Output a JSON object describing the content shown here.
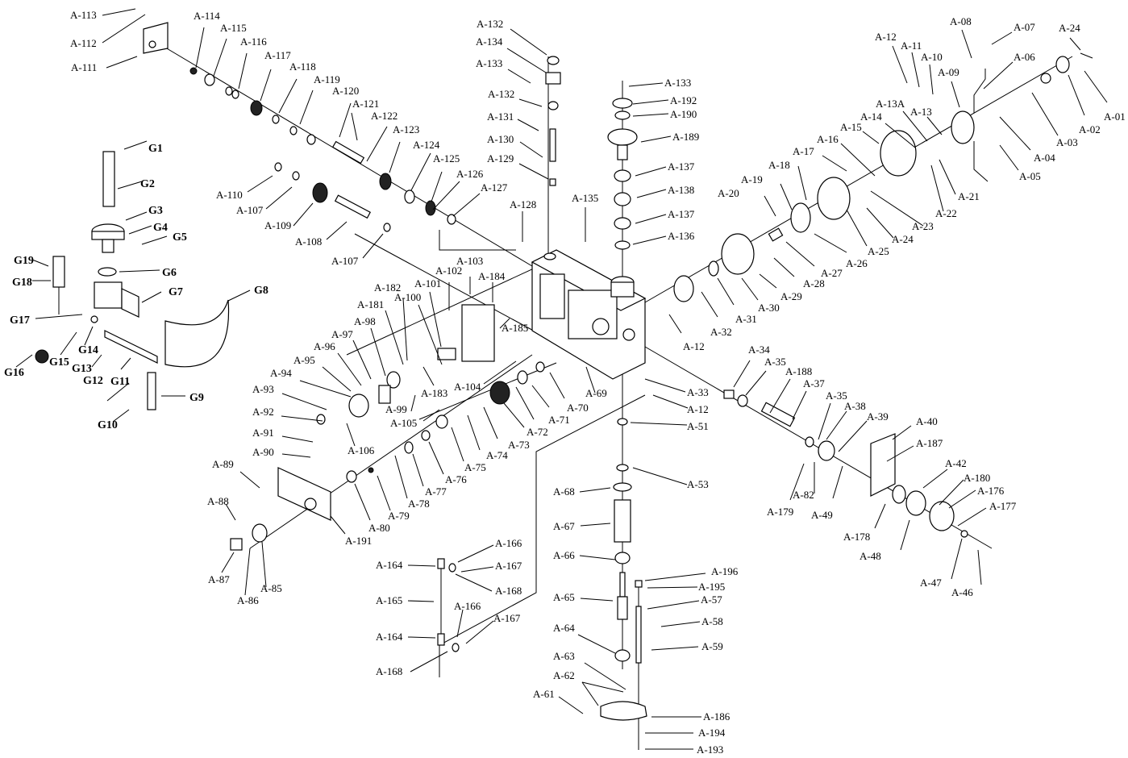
{
  "diagram": {
    "type": "exploded-parts-view",
    "labels": [
      {
        "id": "A-113",
        "text": "A-113"
      },
      {
        "id": "A-112",
        "text": "A-112"
      },
      {
        "id": "A-111",
        "text": "A-111"
      },
      {
        "id": "A-114",
        "text": "A-114"
      },
      {
        "id": "A-115",
        "text": "A-115"
      },
      {
        "id": "A-116",
        "text": "A-116"
      },
      {
        "id": "A-117",
        "text": "A-117"
      },
      {
        "id": "A-118",
        "text": "A-118"
      },
      {
        "id": "A-119",
        "text": "A-119"
      },
      {
        "id": "A-120",
        "text": "A-120"
      },
      {
        "id": "A-121",
        "text": "A-121"
      },
      {
        "id": "A-122",
        "text": "A-122"
      },
      {
        "id": "A-123",
        "text": "A-123"
      },
      {
        "id": "A-124",
        "text": "A-124"
      },
      {
        "id": "A-125",
        "text": "A-125"
      },
      {
        "id": "A-126",
        "text": "A-126"
      },
      {
        "id": "A-127",
        "text": "A-127"
      },
      {
        "id": "A-110",
        "text": "A-110"
      },
      {
        "id": "A-107a",
        "text": "A-107"
      },
      {
        "id": "A-109",
        "text": "A-109"
      },
      {
        "id": "A-108",
        "text": "A-108"
      },
      {
        "id": "A-107b",
        "text": "A-107"
      },
      {
        "id": "A-132a",
        "text": "A-132"
      },
      {
        "id": "A-134",
        "text": "A-134"
      },
      {
        "id": "A-133a",
        "text": "A-133"
      },
      {
        "id": "A-132b",
        "text": "A-132"
      },
      {
        "id": "A-131",
        "text": "A-131"
      },
      {
        "id": "A-130",
        "text": "A-130"
      },
      {
        "id": "A-129",
        "text": "A-129"
      },
      {
        "id": "A-128",
        "text": "A-128"
      },
      {
        "id": "A-135",
        "text": "A-135"
      },
      {
        "id": "A-133b",
        "text": "A-133"
      },
      {
        "id": "A-192",
        "text": "A-192"
      },
      {
        "id": "A-190",
        "text": "A-190"
      },
      {
        "id": "A-189",
        "text": "A-189"
      },
      {
        "id": "A-137a",
        "text": "A-137"
      },
      {
        "id": "A-138",
        "text": "A-138"
      },
      {
        "id": "A-137b",
        "text": "A-137"
      },
      {
        "id": "A-136",
        "text": "A-136"
      },
      {
        "id": "A-08",
        "text": "A-08"
      },
      {
        "id": "A-07",
        "text": "A-07"
      },
      {
        "id": "A-24a",
        "text": "A-24"
      },
      {
        "id": "A-12a",
        "text": "A-12"
      },
      {
        "id": "A-11",
        "text": "A-11"
      },
      {
        "id": "A-10",
        "text": "A-10"
      },
      {
        "id": "A-09",
        "text": "A-09"
      },
      {
        "id": "A-06",
        "text": "A-06"
      },
      {
        "id": "A-01",
        "text": "A-01"
      },
      {
        "id": "A-02",
        "text": "A-02"
      },
      {
        "id": "A-03",
        "text": "A-03"
      },
      {
        "id": "A-04",
        "text": "A-04"
      },
      {
        "id": "A-05",
        "text": "A-05"
      },
      {
        "id": "A-13A",
        "text": "A-13A"
      },
      {
        "id": "A-13",
        "text": "A-13"
      },
      {
        "id": "A-14",
        "text": "A-14"
      },
      {
        "id": "A-15",
        "text": "A-15"
      },
      {
        "id": "A-16",
        "text": "A-16"
      },
      {
        "id": "A-17",
        "text": "A-17"
      },
      {
        "id": "A-18",
        "text": "A-18"
      },
      {
        "id": "A-19",
        "text": "A-19"
      },
      {
        "id": "A-20",
        "text": "A-20"
      },
      {
        "id": "A-21",
        "text": "A-21"
      },
      {
        "id": "A-22",
        "text": "A-22"
      },
      {
        "id": "A-23",
        "text": "A-23"
      },
      {
        "id": "A-24b",
        "text": "A-24"
      },
      {
        "id": "A-25",
        "text": "A-25"
      },
      {
        "id": "A-26",
        "text": "A-26"
      },
      {
        "id": "A-27",
        "text": "A-27"
      },
      {
        "id": "A-28",
        "text": "A-28"
      },
      {
        "id": "A-29",
        "text": "A-29"
      },
      {
        "id": "A-30",
        "text": "A-30"
      },
      {
        "id": "A-31",
        "text": "A-31"
      },
      {
        "id": "A-32",
        "text": "A-32"
      },
      {
        "id": "A-12b",
        "text": "A-12"
      },
      {
        "id": "G1",
        "text": "G1"
      },
      {
        "id": "G2",
        "text": "G2"
      },
      {
        "id": "G3",
        "text": "G3"
      },
      {
        "id": "G4",
        "text": "G4"
      },
      {
        "id": "G5",
        "text": "G5"
      },
      {
        "id": "G6",
        "text": "G6"
      },
      {
        "id": "G7",
        "text": "G7"
      },
      {
        "id": "G8",
        "text": "G8"
      },
      {
        "id": "G9",
        "text": "G9"
      },
      {
        "id": "G10",
        "text": "G10"
      },
      {
        "id": "G11",
        "text": "G11"
      },
      {
        "id": "G12",
        "text": "G12"
      },
      {
        "id": "G13",
        "text": "G13"
      },
      {
        "id": "G14",
        "text": "G14"
      },
      {
        "id": "G15",
        "text": "G15"
      },
      {
        "id": "G16",
        "text": "G16"
      },
      {
        "id": "G17",
        "text": "G17"
      },
      {
        "id": "G18",
        "text": "G18"
      },
      {
        "id": "G19",
        "text": "G19"
      },
      {
        "id": "A-103",
        "text": "A-103"
      },
      {
        "id": "A-102",
        "text": "A-102"
      },
      {
        "id": "A-184",
        "text": "A-184"
      },
      {
        "id": "A-101",
        "text": "A-101"
      },
      {
        "id": "A-182",
        "text": "A-182"
      },
      {
        "id": "A-100",
        "text": "A-100"
      },
      {
        "id": "A-181",
        "text": "A-181"
      },
      {
        "id": "A-98",
        "text": "A-98"
      },
      {
        "id": "A-97",
        "text": "A-97"
      },
      {
        "id": "A-96",
        "text": "A-96"
      },
      {
        "id": "A-95",
        "text": "A-95"
      },
      {
        "id": "A-94",
        "text": "A-94"
      },
      {
        "id": "A-93",
        "text": "A-93"
      },
      {
        "id": "A-92",
        "text": "A-92"
      },
      {
        "id": "A-91",
        "text": "A-91"
      },
      {
        "id": "A-90",
        "text": "A-90"
      },
      {
        "id": "A-185",
        "text": "A-185"
      },
      {
        "id": "A-183",
        "text": "A-183"
      },
      {
        "id": "A-99",
        "text": "A-99"
      },
      {
        "id": "A-104",
        "text": "A-104"
      },
      {
        "id": "A-105",
        "text": "A-105"
      },
      {
        "id": "A-106",
        "text": "A-106"
      },
      {
        "id": "A-69",
        "text": "A-69"
      },
      {
        "id": "A-70",
        "text": "A-70"
      },
      {
        "id": "A-71",
        "text": "A-71"
      },
      {
        "id": "A-72",
        "text": "A-72"
      },
      {
        "id": "A-73",
        "text": "A-73"
      },
      {
        "id": "A-74",
        "text": "A-74"
      },
      {
        "id": "A-75",
        "text": "A-75"
      },
      {
        "id": "A-76",
        "text": "A-76"
      },
      {
        "id": "A-77",
        "text": "A-77"
      },
      {
        "id": "A-78",
        "text": "A-78"
      },
      {
        "id": "A-79",
        "text": "A-79"
      },
      {
        "id": "A-80",
        "text": "A-80"
      },
      {
        "id": "A-89",
        "text": "A-89"
      },
      {
        "id": "A-191",
        "text": "A-191"
      },
      {
        "id": "A-88",
        "text": "A-88"
      },
      {
        "id": "A-87",
        "text": "A-87"
      },
      {
        "id": "A-86",
        "text": "A-86"
      },
      {
        "id": "A-85",
        "text": "A-85"
      },
      {
        "id": "A-33",
        "text": "A-33"
      },
      {
        "id": "A-12c",
        "text": "A-12"
      },
      {
        "id": "A-51",
        "text": "A-51"
      },
      {
        "id": "A-53",
        "text": "A-53"
      },
      {
        "id": "A-34",
        "text": "A-34"
      },
      {
        "id": "A-35a",
        "text": "A-35"
      },
      {
        "id": "A-188",
        "text": "A-188"
      },
      {
        "id": "A-37",
        "text": "A-37"
      },
      {
        "id": "A-35b",
        "text": "A-35"
      },
      {
        "id": "A-38",
        "text": "A-38"
      },
      {
        "id": "A-39",
        "text": "A-39"
      },
      {
        "id": "A-40",
        "text": "A-40"
      },
      {
        "id": "A-187",
        "text": "A-187"
      },
      {
        "id": "A-42",
        "text": "A-42"
      },
      {
        "id": "A-180",
        "text": "A-180"
      },
      {
        "id": "A-176",
        "text": "A-176"
      },
      {
        "id": "A-177",
        "text": "A-177"
      },
      {
        "id": "A-179",
        "text": "A-179"
      },
      {
        "id": "A-82",
        "text": "A-82"
      },
      {
        "id": "A-49",
        "text": "A-49"
      },
      {
        "id": "A-178",
        "text": "A-178"
      },
      {
        "id": "A-48",
        "text": "A-48"
      },
      {
        "id": "A-47",
        "text": "A-47"
      },
      {
        "id": "A-46",
        "text": "A-46"
      },
      {
        "id": "A-68",
        "text": "A-68"
      },
      {
        "id": "A-67",
        "text": "A-67"
      },
      {
        "id": "A-66",
        "text": "A-66"
      },
      {
        "id": "A-65",
        "text": "A-65"
      },
      {
        "id": "A-64",
        "text": "A-64"
      },
      {
        "id": "A-63",
        "text": "A-63"
      },
      {
        "id": "A-62",
        "text": "A-62"
      },
      {
        "id": "A-61",
        "text": "A-61"
      },
      {
        "id": "A-196",
        "text": "A-196"
      },
      {
        "id": "A-195",
        "text": "A-195"
      },
      {
        "id": "A-57",
        "text": "A-57"
      },
      {
        "id": "A-58",
        "text": "A-58"
      },
      {
        "id": "A-59",
        "text": "A-59"
      },
      {
        "id": "A-186",
        "text": "A-186"
      },
      {
        "id": "A-194",
        "text": "A-194"
      },
      {
        "id": "A-193",
        "text": "A-193"
      },
      {
        "id": "A-166a",
        "text": "A-166"
      },
      {
        "id": "A-164a",
        "text": "A-164"
      },
      {
        "id": "A-167a",
        "text": "A-167"
      },
      {
        "id": "A-168a",
        "text": "A-168"
      },
      {
        "id": "A-165",
        "text": "A-165"
      },
      {
        "id": "A-166b",
        "text": "A-166"
      },
      {
        "id": "A-164b",
        "text": "A-164"
      },
      {
        "id": "A-167b",
        "text": "A-167"
      },
      {
        "id": "A-168b",
        "text": "A-168"
      }
    ]
  }
}
